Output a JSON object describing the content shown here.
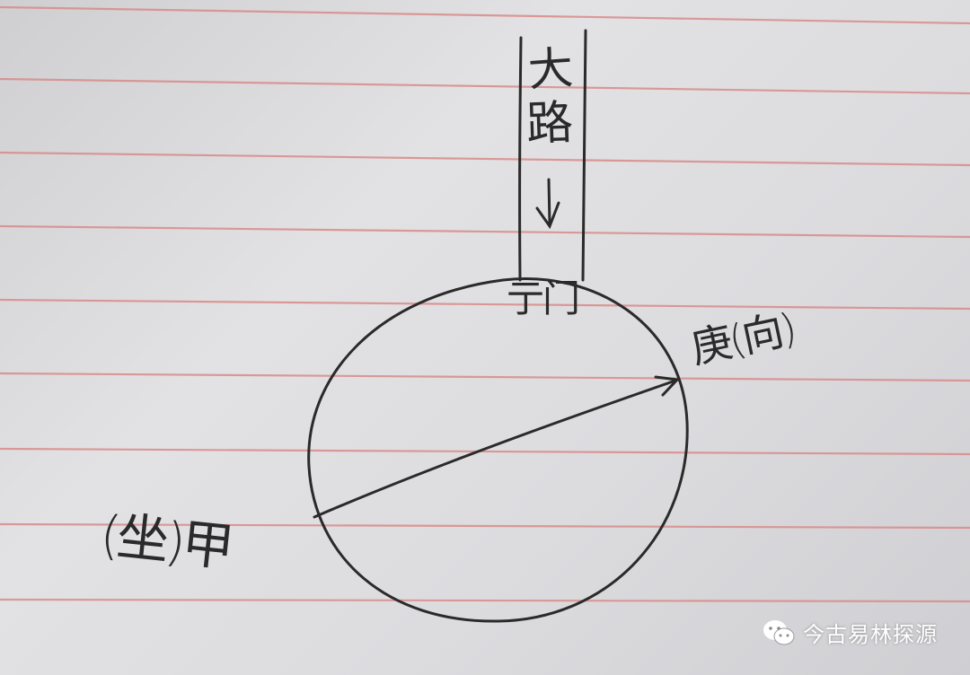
{
  "sketch": {
    "road_label_chars": [
      "大",
      "路"
    ],
    "road_direction_arrow": "↓",
    "gate_label": "亍门",
    "facing_label": "庚(向)",
    "sitting_label": "(坐)甲"
  },
  "watermark": {
    "text": "今古易林探源",
    "icon": "wechat-icon"
  },
  "colors": {
    "ink": "#2a2a2a",
    "ruled_line": "#d98b8b",
    "paper": "#dcdcdf"
  }
}
